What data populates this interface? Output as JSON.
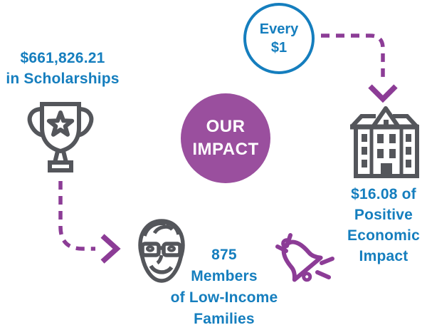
{
  "colors": {
    "blue": "#157EBE",
    "purple": "#9A4F9E",
    "accent_purple": "#8C3C96",
    "icon_gray": "#54565B",
    "background": "#FFFFFF",
    "badge_text": "#FFFFFF"
  },
  "scholarships": {
    "line1": "$661,826.21",
    "line2": "in Scholarships"
  },
  "every_dollar_badge": {
    "line1": "Every",
    "line2": "$1"
  },
  "center_badge": {
    "line1": "OUR",
    "line2": "IMPACT"
  },
  "members": {
    "lines": [
      "875",
      "Members",
      "of Low-Income",
      "Families"
    ]
  },
  "economic_impact": {
    "lines": [
      "$16.08 of",
      "Positive",
      "Economic",
      "Impact"
    ]
  },
  "icons": {
    "trophy": "trophy-icon",
    "building": "building-icon",
    "senior_face": "senior-face-icon",
    "bell": "ringing-bell-icon",
    "arrow_trophy_to_face": "dashed-arrow-right-icon",
    "arrow_dollar_to_building": "dashed-arrow-down-icon"
  }
}
